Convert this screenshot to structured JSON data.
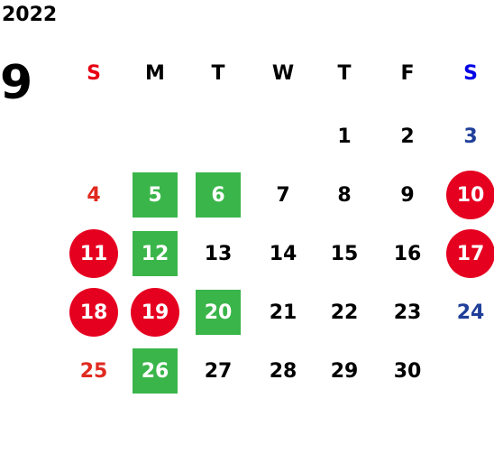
{
  "calendar": {
    "year": "2022",
    "month": "9",
    "weekdays": [
      "S",
      "M",
      "T",
      "W",
      "T",
      "F",
      "S"
    ],
    "weekday_colors": [
      "#e60012",
      "#000000",
      "#000000",
      "#000000",
      "#000000",
      "#000000",
      "#0000e6"
    ],
    "colors": {
      "sunday": "#e02a20",
      "saturday": "#1f3f99",
      "weekday": "#000000",
      "green_mark": "#3ab54a",
      "red_mark": "#e60020",
      "mark_text": "#ffffff"
    },
    "weeks": [
      [
        {
          "day": ""
        },
        {
          "day": ""
        },
        {
          "day": ""
        },
        {
          "day": ""
        },
        {
          "day": "1"
        },
        {
          "day": "2"
        },
        {
          "day": "3"
        }
      ],
      [
        {
          "day": "4"
        },
        {
          "day": "5",
          "mark": "green"
        },
        {
          "day": "6",
          "mark": "green"
        },
        {
          "day": "7"
        },
        {
          "day": "8"
        },
        {
          "day": "9"
        },
        {
          "day": "10",
          "mark": "red"
        }
      ],
      [
        {
          "day": "11",
          "mark": "red"
        },
        {
          "day": "12",
          "mark": "green"
        },
        {
          "day": "13"
        },
        {
          "day": "14"
        },
        {
          "day": "15"
        },
        {
          "day": "16"
        },
        {
          "day": "17",
          "mark": "red"
        }
      ],
      [
        {
          "day": "18",
          "mark": "red"
        },
        {
          "day": "19",
          "mark": "red"
        },
        {
          "day": "20",
          "mark": "green"
        },
        {
          "day": "21"
        },
        {
          "day": "22"
        },
        {
          "day": "23"
        },
        {
          "day": "24"
        }
      ],
      [
        {
          "day": "25"
        },
        {
          "day": "26",
          "mark": "green"
        },
        {
          "day": "27"
        },
        {
          "day": "28"
        },
        {
          "day": "29"
        },
        {
          "day": "30"
        },
        {
          "day": ""
        }
      ]
    ]
  }
}
